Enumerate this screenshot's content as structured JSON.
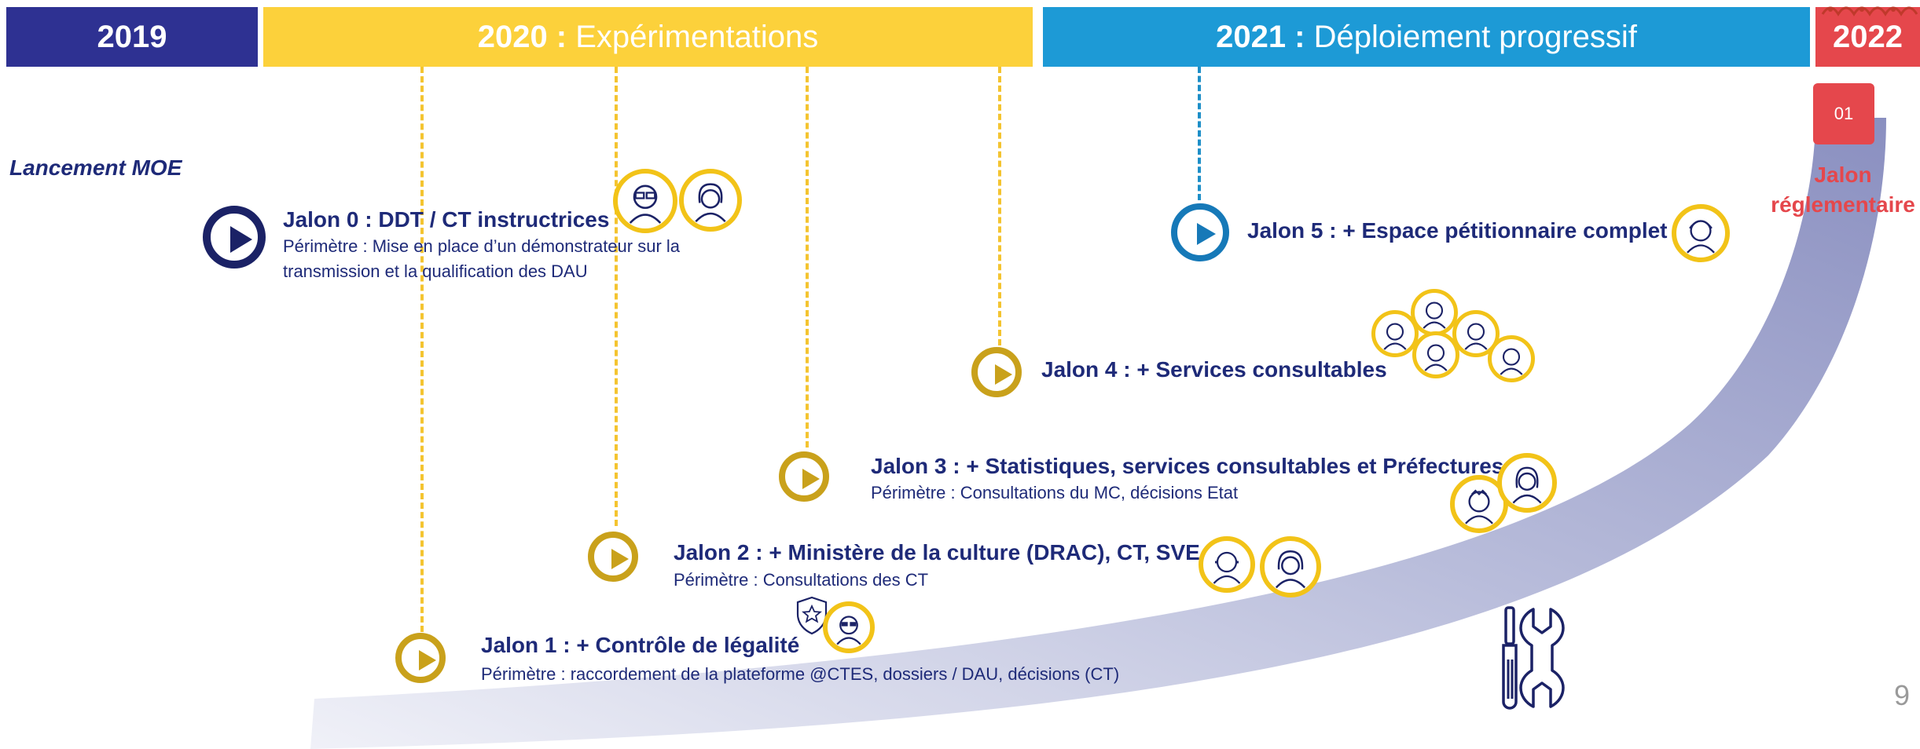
{
  "timeline_header": {
    "y2019": {
      "year": "2019",
      "label": ""
    },
    "y2020": {
      "year": "2020 :",
      "label": " Expérimentations"
    },
    "y2021": {
      "year": "2021 :",
      "label": " Déploiement progressif"
    },
    "y2022": {
      "year": "2022",
      "label": ""
    }
  },
  "colors": {
    "navy": "#2e3192",
    "yellow": "#fcd13b",
    "blue": "#1d9ad6",
    "red": "#e5474c",
    "text": "#1e2a78",
    "gold": "#c9a11b"
  },
  "launch_label": "Lancement MOE",
  "badge": {
    "number": "01",
    "label": "Jalon réglementaire"
  },
  "milestones": {
    "m0": {
      "title": "Jalon 0 : DDT / CT instructrices",
      "desc": "Périmètre : Mise en place d’un démonstrateur sur la transmission et la qualification des DAU"
    },
    "m1": {
      "title": "Jalon 1 : + Contrôle de légalité",
      "desc": "Périmètre : raccordement de la plateforme @CTES, dossiers / DAU, décisions (CT)"
    },
    "m2": {
      "title": "Jalon 2 : + Ministère de la culture (DRAC), CT, SVE",
      "desc": "Périmètre : Consultations des CT"
    },
    "m3": {
      "title": "Jalon 3 : + Statistiques, services consultables et Préfectures",
      "desc": "Périmètre : Consultations du MC, décisions Etat"
    },
    "m4": {
      "title": "Jalon 4 : + Services consultables",
      "desc": ""
    },
    "m5": {
      "title": "Jalon 5 : + Espace pétitionnaire complet",
      "desc": ""
    }
  },
  "icons": [
    "play-icon",
    "person-avatar-icon",
    "shield-star-icon",
    "tools-icon",
    "lace-decoration-icon"
  ],
  "page_number": "9"
}
